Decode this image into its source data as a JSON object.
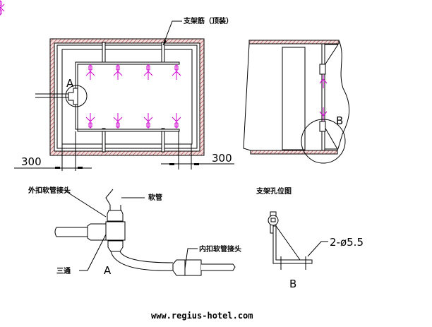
{
  "labels": {
    "bracket_rib": "支架筋（顶装）",
    "detail_a": "A",
    "detail_b": "B",
    "dim_left": "300",
    "dim_right": "300",
    "outer_hose_joint": "外扣软管接头",
    "hose": "软管",
    "tee": "三通",
    "inner_hose_joint": "内扣软管接头",
    "detail_a_caption": "A",
    "bracket_hole_title": "支架孔位图",
    "hole_spec": "2-ø5.5",
    "detail_b_caption": "B",
    "website": "www.regius-hotel.com"
  },
  "colors": {
    "hatch": "#b05050",
    "sprinkler": "#d000d0"
  }
}
